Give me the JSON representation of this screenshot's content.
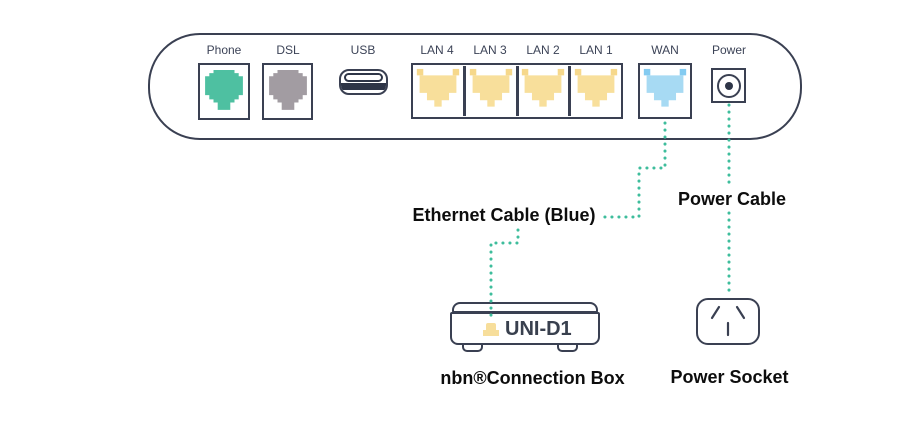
{
  "router": {
    "ports": [
      {
        "id": "phone",
        "label": "Phone",
        "type": "rj11",
        "color": "#4EC0A1"
      },
      {
        "id": "dsl",
        "label": "DSL",
        "type": "rj11",
        "color": "#A29CA2"
      },
      {
        "id": "usb",
        "label": "USB",
        "type": "usb"
      },
      {
        "id": "lan4",
        "label": "LAN 4",
        "type": "rj45",
        "color": "#F8DF9B"
      },
      {
        "id": "lan3",
        "label": "LAN 3",
        "type": "rj45",
        "color": "#F8DF9B"
      },
      {
        "id": "lan2",
        "label": "LAN 2",
        "type": "rj45",
        "color": "#F8DF9B"
      },
      {
        "id": "lan1",
        "label": "LAN 1",
        "type": "rj45",
        "color": "#F8DF9B"
      },
      {
        "id": "wan",
        "label": "WAN",
        "type": "rj45",
        "color": "#A7DAF3"
      },
      {
        "id": "power",
        "label": "Power",
        "type": "dc-barrel"
      }
    ]
  },
  "annotations": {
    "ethernet_cable": "Ethernet Cable (Blue)",
    "power_cable": "Power Cable"
  },
  "devices": {
    "connection_box": {
      "port_label": "UNI-D1",
      "caption": "nbn®Connection Box"
    },
    "power_socket": {
      "caption": "Power Socket"
    }
  },
  "colors": {
    "outline": "#3A4052",
    "dotted_cable": "#3EBD9C",
    "phone_jack": "#4EC0A1",
    "dsl_jack": "#A29CA2",
    "lan_jack": "#F8DF9B",
    "lan_jack_tab": "#F6D88B",
    "wan_jack": "#A7DAF3",
    "wan_jack_tab": "#83CBF1",
    "label_text": "#0D0D0D",
    "port_label_text": "#3C4357"
  }
}
